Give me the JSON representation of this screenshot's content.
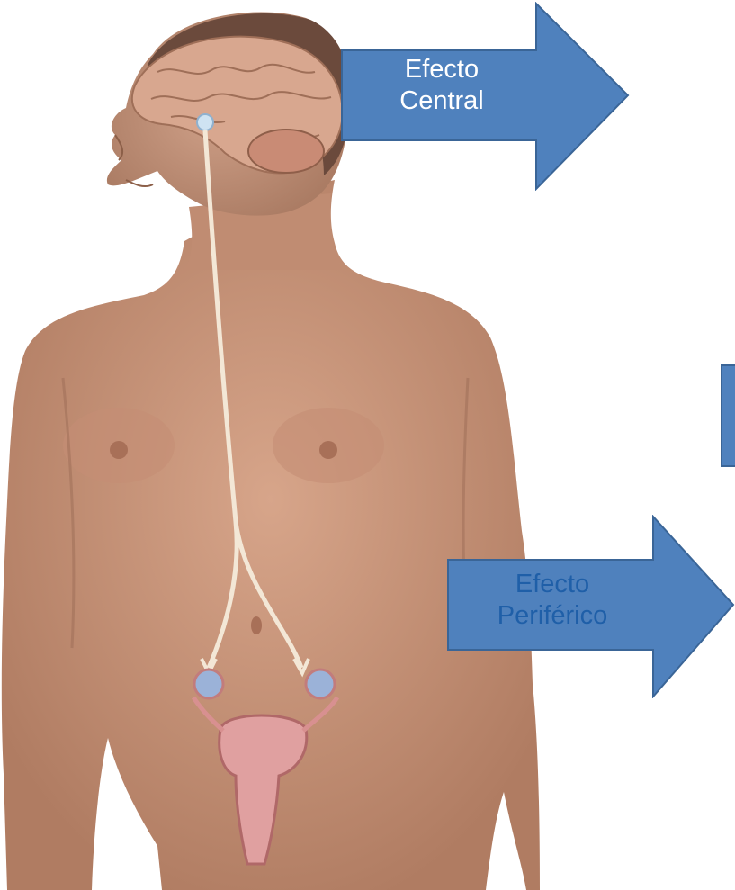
{
  "diagram": {
    "arrows": [
      {
        "id": "central",
        "lines": [
          "Efecto",
          "Central"
        ],
        "fill": "#4f81bd",
        "stroke": "#3a6597",
        "text_color": "#ffffff"
      },
      {
        "id": "periferico",
        "lines": [
          "Efecto",
          "Periférico"
        ],
        "fill": "#4f81bd",
        "stroke": "#3a6597",
        "text_color": "#1f5fa8"
      }
    ],
    "partial_shape": {
      "fill": "#4f81bd",
      "stroke": "#3a6597"
    }
  },
  "colors": {
    "skin": "#c9957b",
    "skin_shadow": "#a5745c",
    "hair": "#6b4a3c",
    "brain": "#d8a78f",
    "nerve": "#f3e7d6",
    "ovary": "#9bb2d8",
    "uterus": "#e0a0a0",
    "arrow_blue": "#4f81bd"
  }
}
